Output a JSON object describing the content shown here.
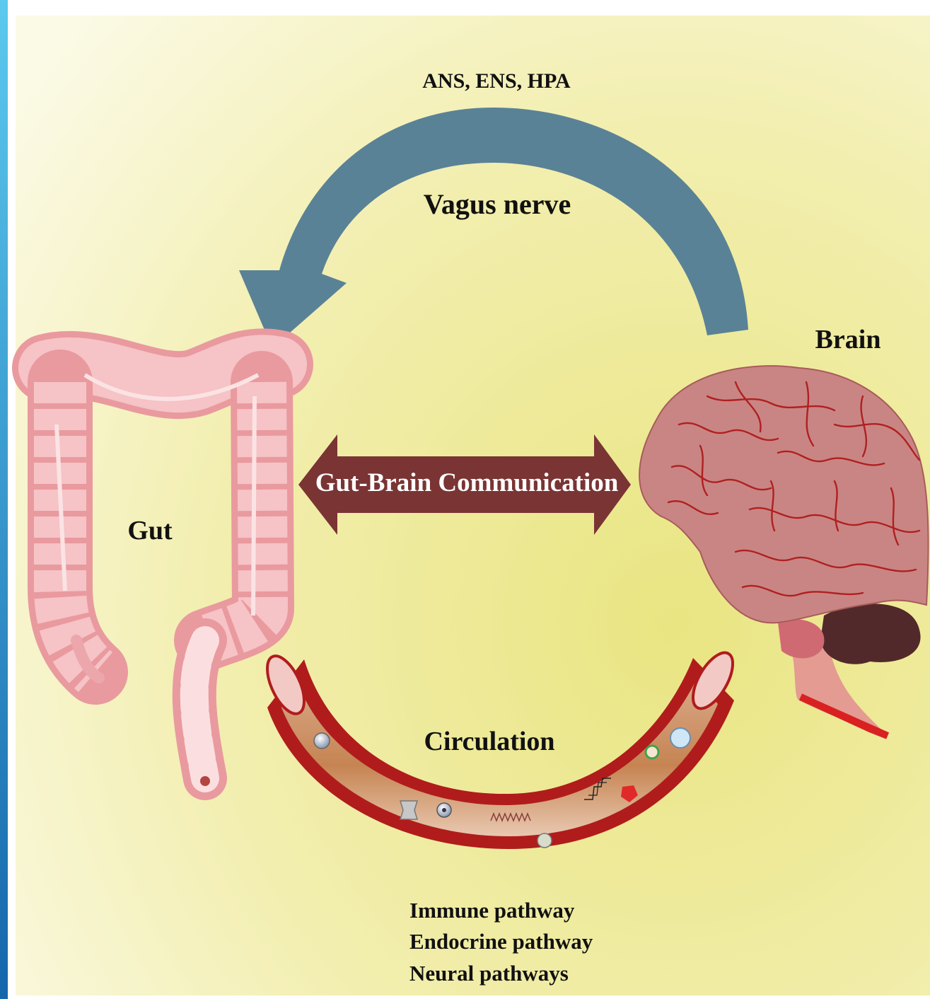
{
  "labels": {
    "top_pathways": "ANS, ENS, HPA",
    "vagus": "Vagus nerve",
    "brain": "Brain",
    "gut": "Gut",
    "communication": "Gut-Brain Communication",
    "circulation": "Circulation"
  },
  "pathways": [
    "Immune pathway",
    "Endocrine pathway",
    "Neural pathways"
  ],
  "colors": {
    "vagus_arrow": "#5a8296",
    "communication_arrow": "#7a3434",
    "vessel_outer": "#b01c1c",
    "vessel_inner": "#c98a5a",
    "gut": "#f2b6b6",
    "brain": "#c98584",
    "brain_veins": "#b02020",
    "cerebellum": "#52292a",
    "sidebar": "#2b8fcf"
  }
}
